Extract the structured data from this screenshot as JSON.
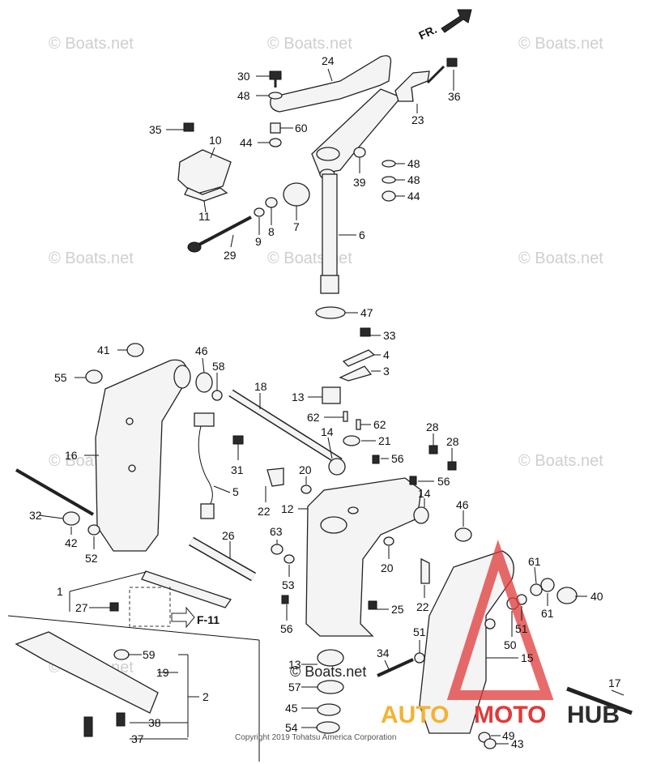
{
  "direction_label": "FR.",
  "ref_label": "F-11",
  "copyright": "Copyright 2019 Tohatsu America Corporation",
  "watermark": "© Boats.net",
  "watermark_center": "© Boats.net",
  "brand": {
    "part1": "AUTO",
    "part2": "MOTO",
    "part3": "HUB",
    "colors": {
      "auto": "#f2b233",
      "moto": "#e03a3a",
      "hub": "#2c2c2c"
    }
  },
  "callouts": {
    "c24": "24",
    "c30": "30",
    "c48a": "48",
    "c60": "60",
    "c44a": "44",
    "c35": "35",
    "c10": "10",
    "c11": "11",
    "c36": "36",
    "c23": "23",
    "c48b": "48",
    "c48c": "48",
    "c44b": "44",
    "c39": "39",
    "c9": "9",
    "c8": "8",
    "c7": "7",
    "c6": "6",
    "c29": "29",
    "c47": "47",
    "c33": "33",
    "c4": "4",
    "c3": "3",
    "c41": "41",
    "c46a": "46",
    "c58": "58",
    "c55": "55",
    "c18": "18",
    "c13": "13",
    "c62a": "62",
    "c62b": "62",
    "c14a": "14",
    "c21": "21",
    "c56a": "56",
    "c28a": "28",
    "c28b": "28",
    "c16": "16",
    "c31": "31",
    "c5": "5",
    "c20a": "20",
    "c56b": "56",
    "c32": "32",
    "c22a": "22",
    "c12": "12",
    "c14b": "14",
    "c46b": "46",
    "c42": "42",
    "c52": "52",
    "c26": "26",
    "c63": "63",
    "c53": "53",
    "c20b": "20",
    "c61a": "61",
    "c1": "1",
    "c27": "27",
    "c22b": "22",
    "c40": "40",
    "c61b": "61",
    "c56c": "56",
    "c25": "25",
    "c51a": "51",
    "c51b": "51",
    "c50": "50",
    "c59": "59",
    "c19": "19",
    "c34": "34",
    "c15": "15",
    "c2": "2",
    "c13b": "13",
    "c57": "57",
    "c45": "45",
    "c17": "17",
    "c54": "54",
    "c38": "38",
    "c37": "37",
    "c49": "49",
    "c43": "43"
  }
}
